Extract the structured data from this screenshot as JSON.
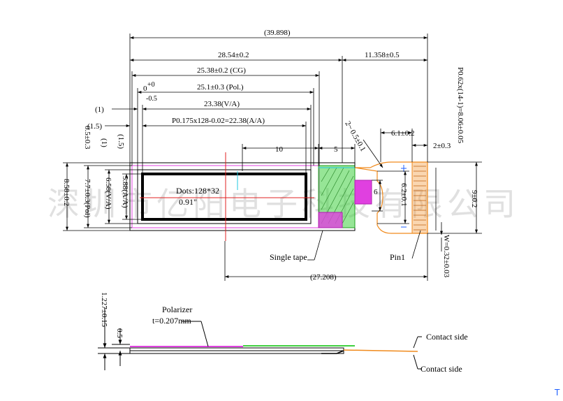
{
  "watermark": "深圳市亿阳电子科技有限公司",
  "top_dims": {
    "overall": "(39.898)",
    "d2854": "28.54±0.2",
    "d11358": "11.358±0.5",
    "cg": "25.38±0.2 (CG)",
    "pol": "25.1±0.3 (Pol.)",
    "tol_plus": "+0",
    "tol_minus": "-0.5",
    "tol_zero": "0",
    "va": "23.38(V/A)",
    "aa": "P0.175x128-0.02=22.38(A/A)",
    "one": "(1)",
    "one5": "(1.5)",
    "ten": "10",
    "five": "5",
    "r": "2~ 0.5±0.1",
    "d61": "6.1±0.2",
    "d2": "2±0.3",
    "pitch": "P0.62x(14-1)=8.06±0.05"
  },
  "left_dims": {
    "h858": "8.58±0.2",
    "h77": "7.7±0.3(Pol)",
    "h658": "6.58(V/A)",
    "h588": "5.88(A/A)",
    "h05": "0.5±0.3",
    "h1": "(1)",
    "h15": "(1.5)"
  },
  "right_dims": {
    "h9": "9±0.2",
    "h62": "6.2±0.1",
    "h6": "6",
    "w": "W=0.32±0.03"
  },
  "display": {
    "dots": "Dots:128*32",
    "size": "0.91\""
  },
  "labels": {
    "single_tape": "Single tape",
    "pin1": "Pin1",
    "bottom": "(27.208)",
    "polarizer": "Polarizer",
    "thickness": "t=0.207mm",
    "contact1": "Contact side",
    "contact2": "Contact side",
    "h1227": "1.227±0.15",
    "h05b": "0.5"
  },
  "colors": {
    "outline": "#000000",
    "magenta": "#e040e0",
    "green": "#40d040",
    "orange": "#f08a1c",
    "red": "#e02020",
    "cyan": "#20c8e0",
    "blue": "#2060ff"
  }
}
